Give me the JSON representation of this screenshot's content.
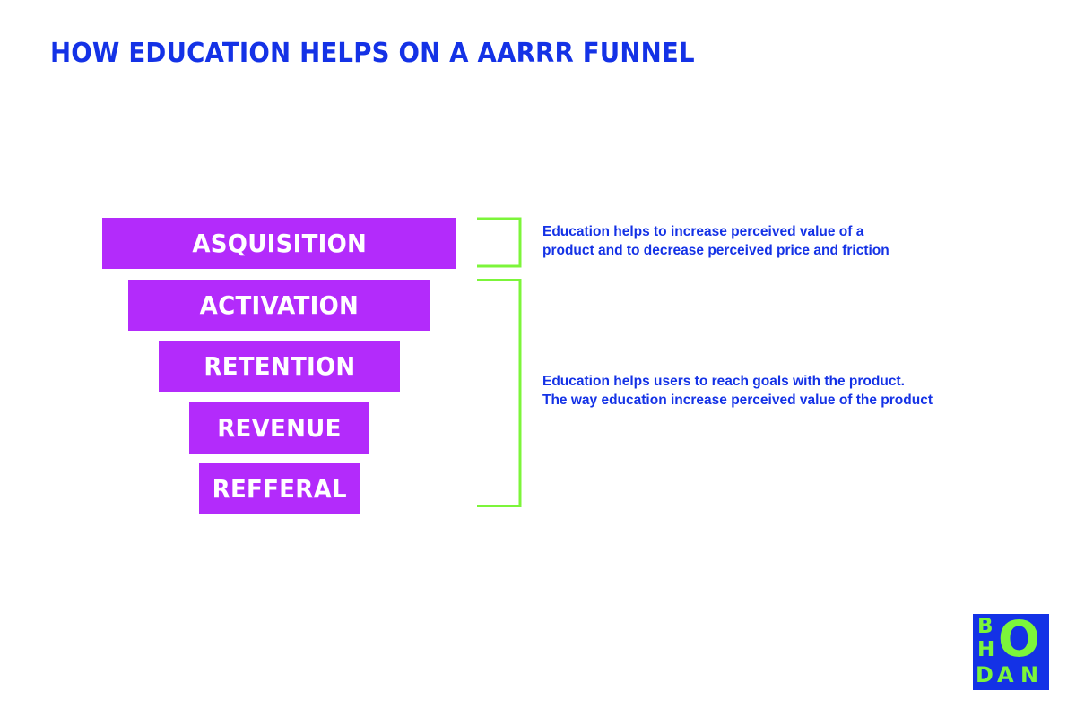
{
  "title": "HOW EDUCATION HELPS ON A AARRR FUNNEL",
  "funnel": {
    "stages": [
      {
        "label": "ASQUISITION"
      },
      {
        "label": "ACTIVATION"
      },
      {
        "label": "RETENTION"
      },
      {
        "label": "REVENUE"
      },
      {
        "label": "REFFERAL"
      }
    ]
  },
  "notes": {
    "acquisition": {
      "line1": "Education helps to increase perceived value of a",
      "line2": "product and to decrease perceived price and friction"
    },
    "rest": {
      "line1": "Education helps users to reach goals with the product.",
      "line2": "The way education increase perceived value of the product"
    }
  },
  "logo": {
    "letters": [
      "B",
      "H",
      "O",
      "D",
      "A",
      "N"
    ]
  },
  "colors": {
    "title": "#1432e6",
    "stage_fill": "#b32bfb",
    "stage_text": "#ffffff",
    "bracket": "#7cf53a",
    "note_text": "#1432e6",
    "logo_bg": "#1432e6",
    "logo_text": "#7cf53a"
  }
}
